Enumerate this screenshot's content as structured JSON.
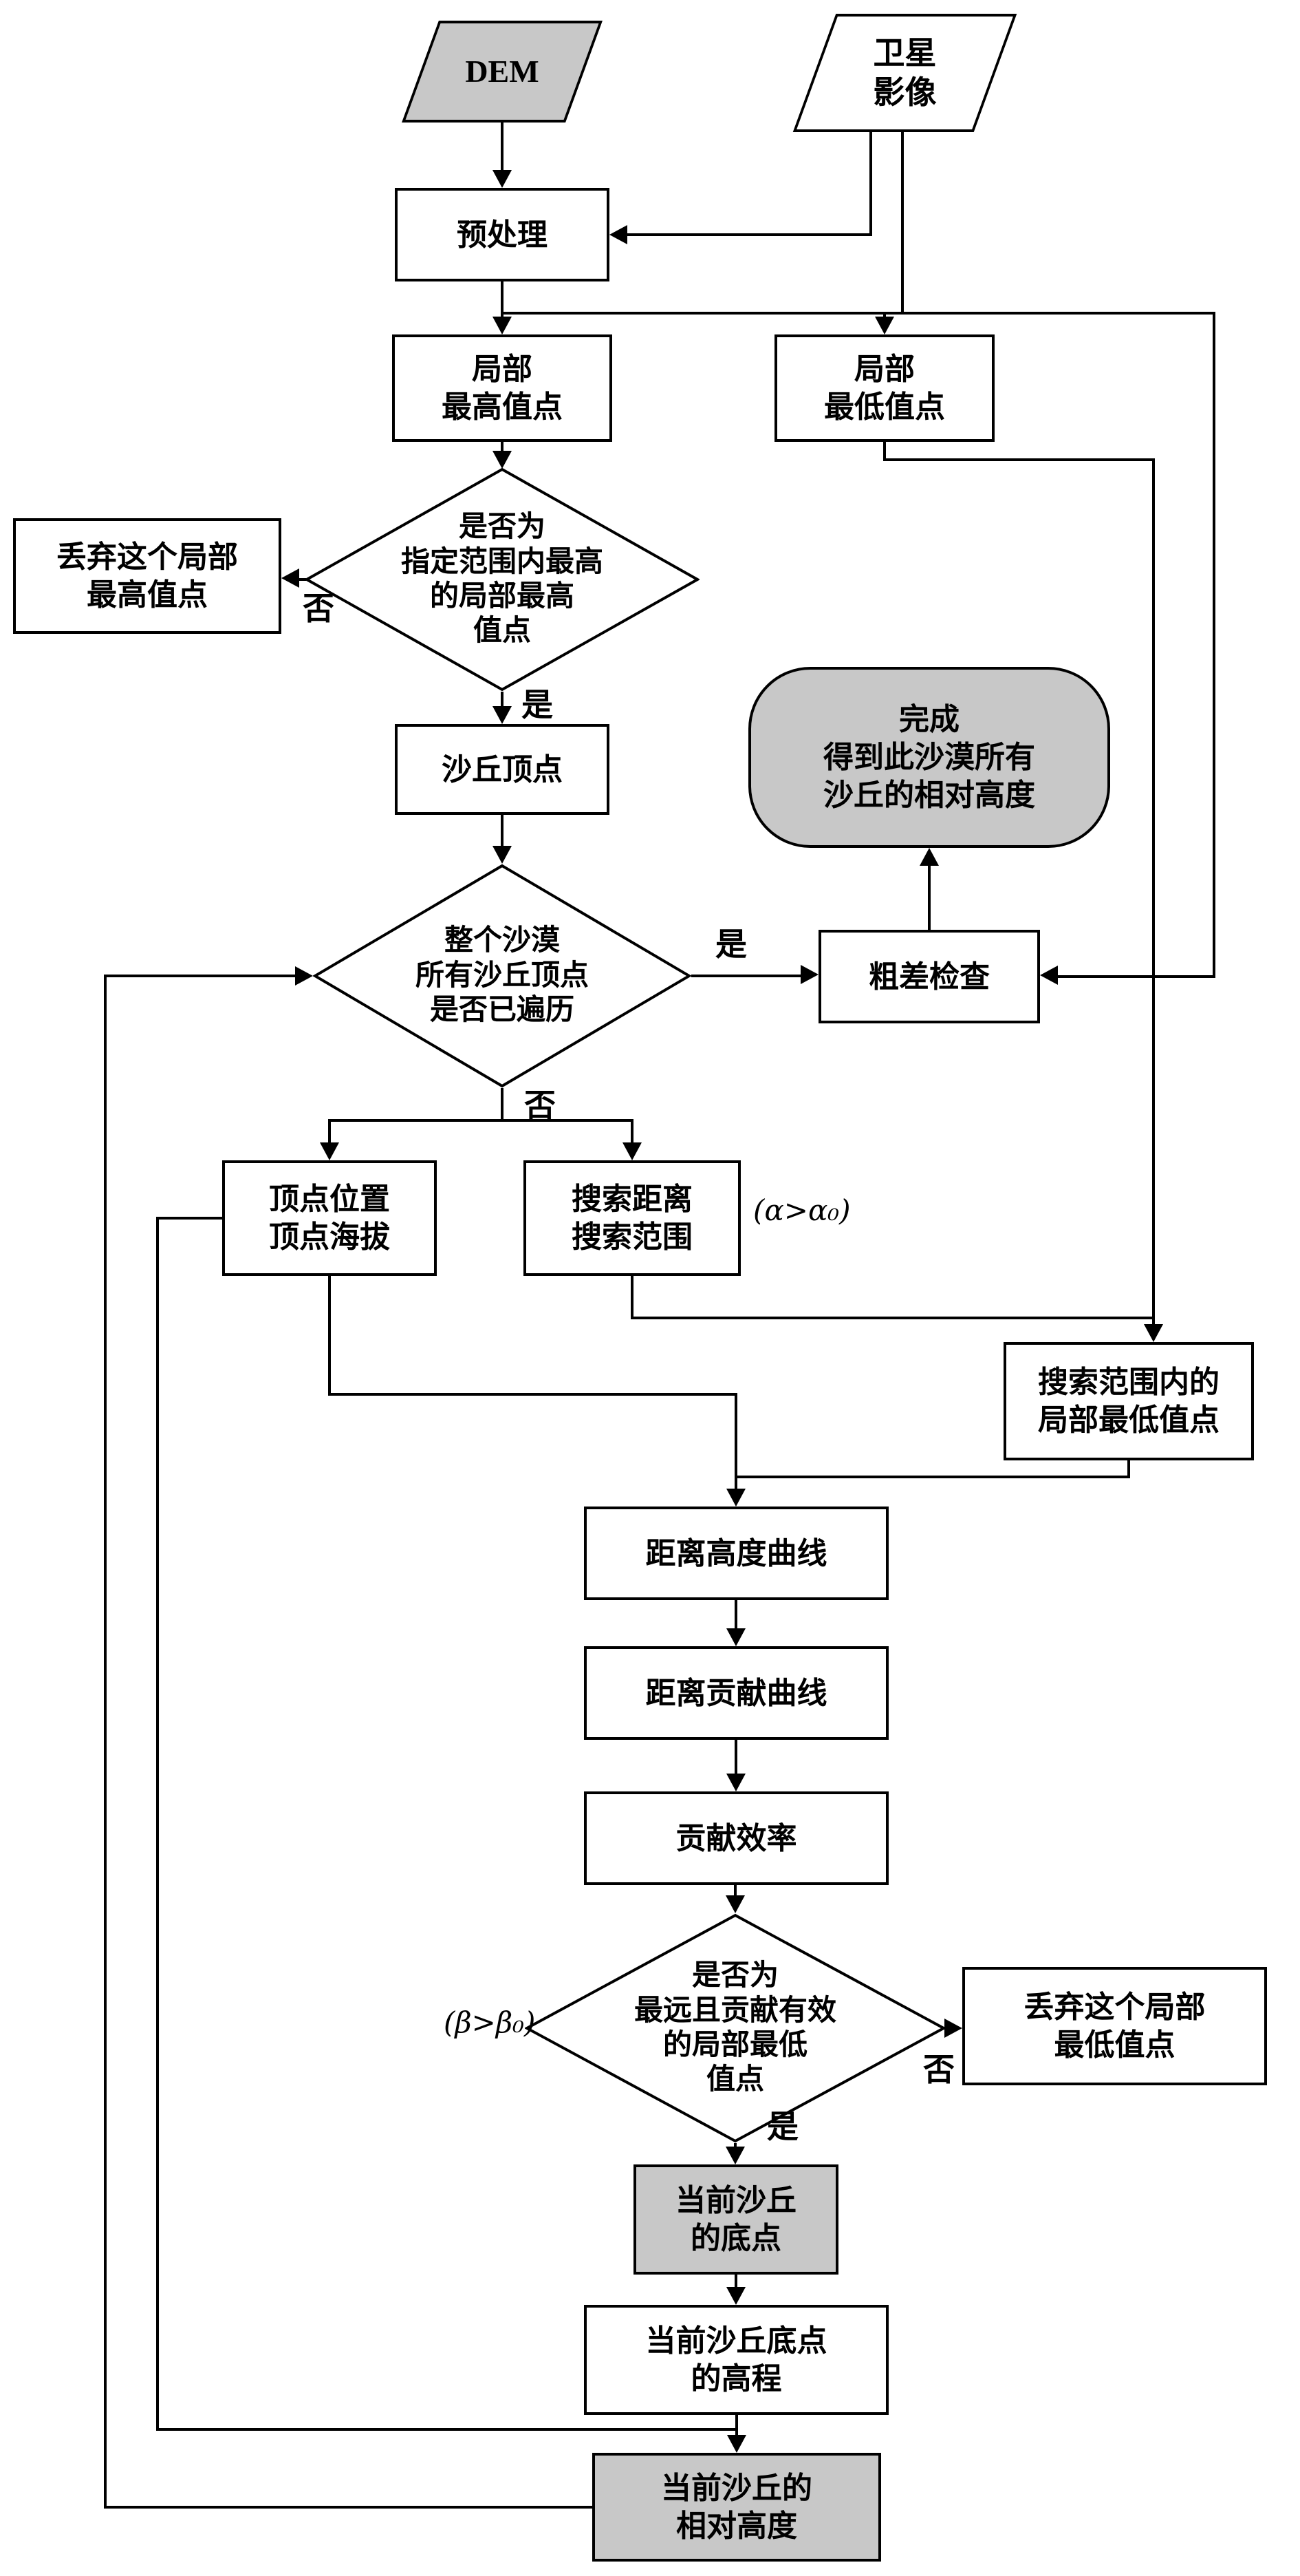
{
  "nodes": {
    "dem": {
      "label": "DEM"
    },
    "satellite": {
      "label": "卫星\n影像"
    },
    "preprocess": {
      "label": "预处理"
    },
    "local_max": {
      "label": "局部\n最高值点"
    },
    "local_min": {
      "label": "局部\n最低值点"
    },
    "d1": {
      "label": "是否为\n指定范围内最高\n的局部最高\n值点"
    },
    "discard_max": {
      "label": "丢弃这个局部\n最高值点"
    },
    "dune_vertex": {
      "label": "沙丘顶点"
    },
    "complete": {
      "label": "完成\n得到此沙漠所有\n沙丘的相对高度"
    },
    "d2": {
      "label": "整个沙漠\n所有沙丘顶点\n是否已遍历"
    },
    "gross_check": {
      "label": "粗差检查"
    },
    "vertex_info": {
      "label": "顶点位置\n顶点海拔"
    },
    "search_params": {
      "label": "搜索距离\n搜索范围"
    },
    "range_minima": {
      "label": "搜索范围内的\n局部最低值点"
    },
    "dist_height_curve": {
      "label": "距离高度曲线"
    },
    "dist_contrib_curve": {
      "label": "距离贡献曲线"
    },
    "contrib_eff": {
      "label": "贡献效率"
    },
    "d3": {
      "label": "是否为\n最远且贡献有效\n的局部最低\n值点"
    },
    "discard_min": {
      "label": "丢弃这个局部\n最低值点"
    },
    "current_bottom": {
      "label": "当前沙丘\n的底点"
    },
    "bottom_elev": {
      "label": "当前沙丘底点\n的高程"
    },
    "rel_height": {
      "label": "当前沙丘的\n相对高度"
    }
  },
  "edge_labels": {
    "d1_no": "否",
    "d1_yes": "是",
    "d2_yes": "是",
    "d2_no": "否",
    "d3_no": "否",
    "d3_yes": "是",
    "alpha_cond": "(α>α₀)",
    "beta_cond": "(β>β₀)"
  },
  "colors": {
    "shaded_fill": "#c8c8c8",
    "line": "#000000",
    "background": "#ffffff"
  }
}
